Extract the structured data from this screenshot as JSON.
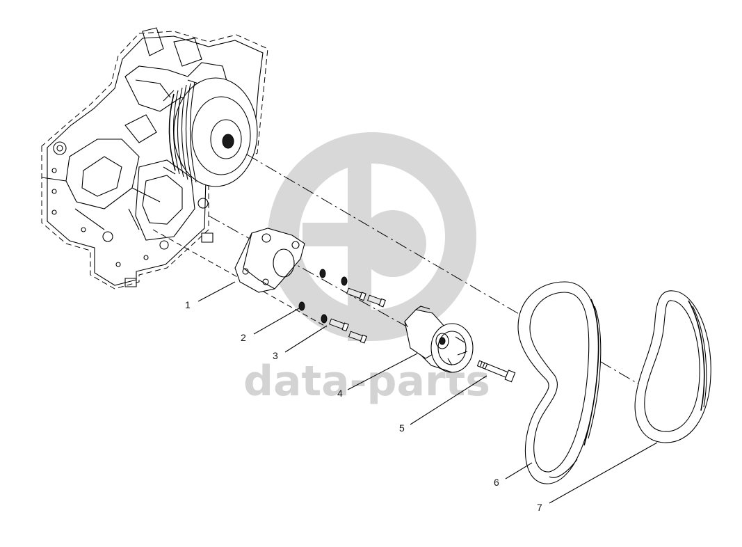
{
  "watermark": {
    "text": "data-parts",
    "logo": "dp-logo-icon",
    "color": "#d3d3d3"
  },
  "callouts": [
    {
      "id": "1",
      "text": "1"
    },
    {
      "id": "2",
      "text": "2"
    },
    {
      "id": "3",
      "text": "3"
    },
    {
      "id": "4",
      "text": "4"
    },
    {
      "id": "5",
      "text": "5"
    },
    {
      "id": "6",
      "text": "6"
    },
    {
      "id": "7",
      "text": "7"
    }
  ]
}
